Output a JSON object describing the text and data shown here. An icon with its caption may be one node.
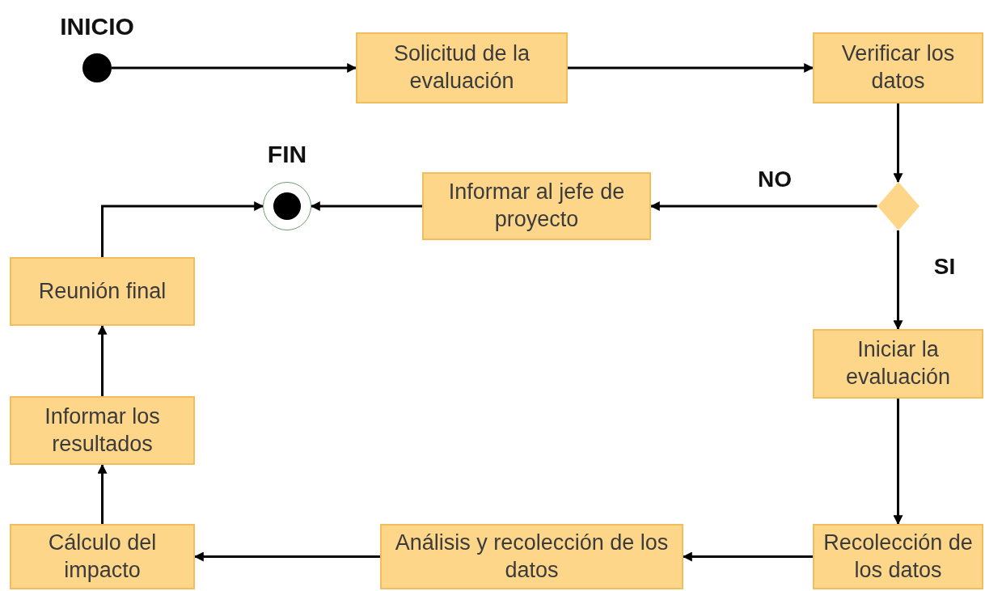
{
  "diagram": {
    "nodes": [
      {
        "text": [
          "INICIO"
        ]
      },
      {
        "text": [
          "Solicitud de la evaluación"
        ]
      },
      {
        "text": [
          "Verificar los datos"
        ]
      },
      {
        "text": [],
        "shape": "diamond"
      },
      {
        "text": [
          "Informar al jefe de proyecto"
        ]
      },
      {
        "text": [
          "FIN"
        ]
      },
      {
        "text": [
          "Reunión final"
        ]
      },
      {
        "text": [
          "Iniciar la evaluación"
        ]
      },
      {
        "text": [
          "Informar los resultados"
        ]
      },
      {
        "text": [
          "Cálculo del impacto"
        ]
      },
      {
        "text": [
          "Análisis y recolección de los datos"
        ]
      },
      {
        "text": [
          "Recolección de los datos"
        ]
      }
    ],
    "edges": [
      {
        "from": 0,
        "to": 1,
        "arrow": "to"
      },
      {
        "from": 1,
        "to": 2,
        "arrow": "to"
      },
      {
        "from": 2,
        "to": 3,
        "arrow": "to"
      },
      {
        "from": 3,
        "to": 4,
        "arrow": "to",
        "label": "NO"
      },
      {
        "from": 4,
        "to": 5,
        "arrow": "to"
      },
      {
        "from": 3,
        "to": 7,
        "arrow": "to",
        "label": "SI"
      },
      {
        "from": 7,
        "to": 11,
        "arrow": "to"
      },
      {
        "from": 11,
        "to": 10,
        "arrow": "to"
      },
      {
        "from": 10,
        "to": 9,
        "arrow": "to"
      },
      {
        "from": 9,
        "to": 8,
        "arrow": "to"
      },
      {
        "from": 8,
        "to": 6,
        "arrow": "to"
      },
      {
        "from": 6,
        "to": 5,
        "arrow": "to"
      }
    ]
  }
}
